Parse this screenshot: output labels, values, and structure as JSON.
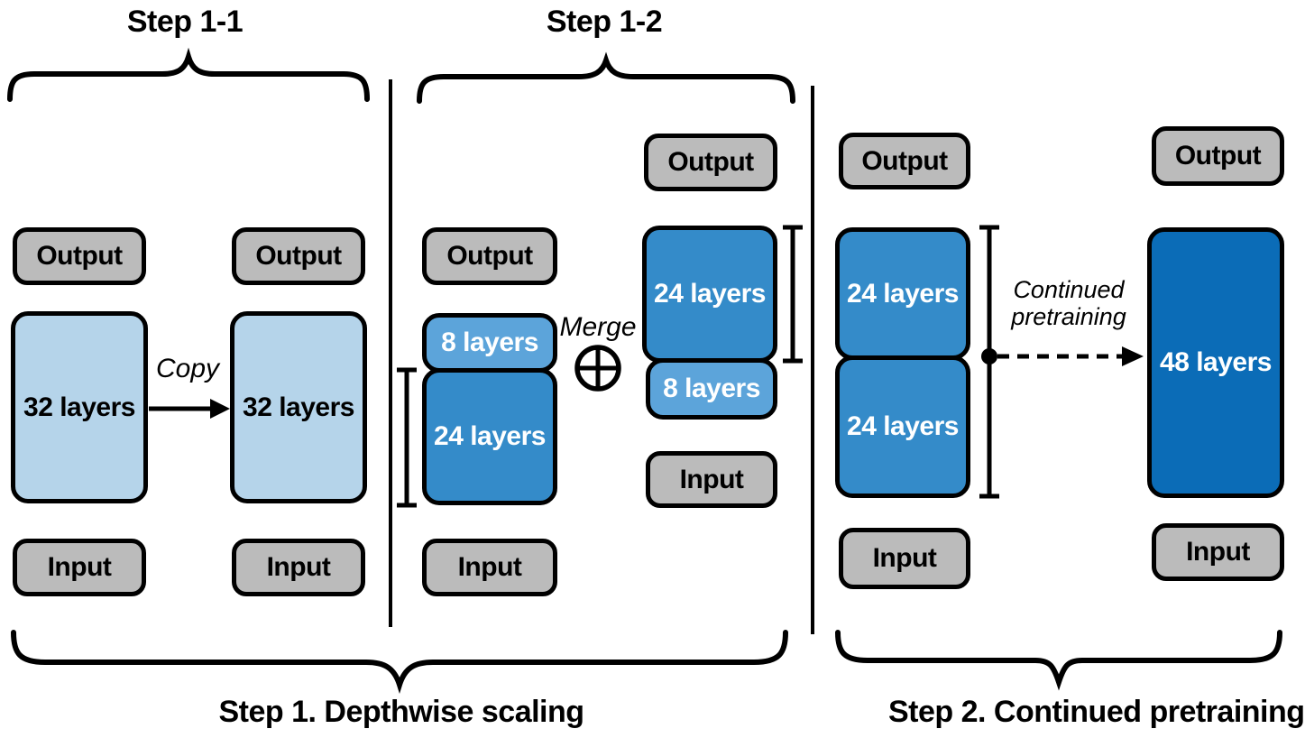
{
  "diagram": {
    "titles": {
      "step_1_1": "Step 1-1",
      "step_1_2": "Step 1-2",
      "step_1_bottom": "Step 1. Depthwise scaling",
      "step_2_bottom": "Step 2. Continued pretraining"
    },
    "annotations": {
      "copy": "Copy",
      "merge": "Merge",
      "continued_line1": "Continued",
      "continued_line2": "pretraining"
    },
    "labels": {
      "output": "Output",
      "input": "Input",
      "layers_32": "32 layers",
      "layers_24": "24 layers",
      "layers_8": "8 layers",
      "layers_48": "48 layers"
    },
    "icons": {
      "merge_operator": "circled-plus",
      "copy_arrow": "right-arrow",
      "pretraining_arrow": "dashed-right-arrow-with-dot"
    },
    "colors": {
      "pale_blue": "#B5D4EA",
      "mid_blue": "#5CA4DA",
      "strong_blue": "#348BC9",
      "deep_blue": "#0B6CB7",
      "gray": "#BBBBBB",
      "line": "#000000"
    }
  }
}
